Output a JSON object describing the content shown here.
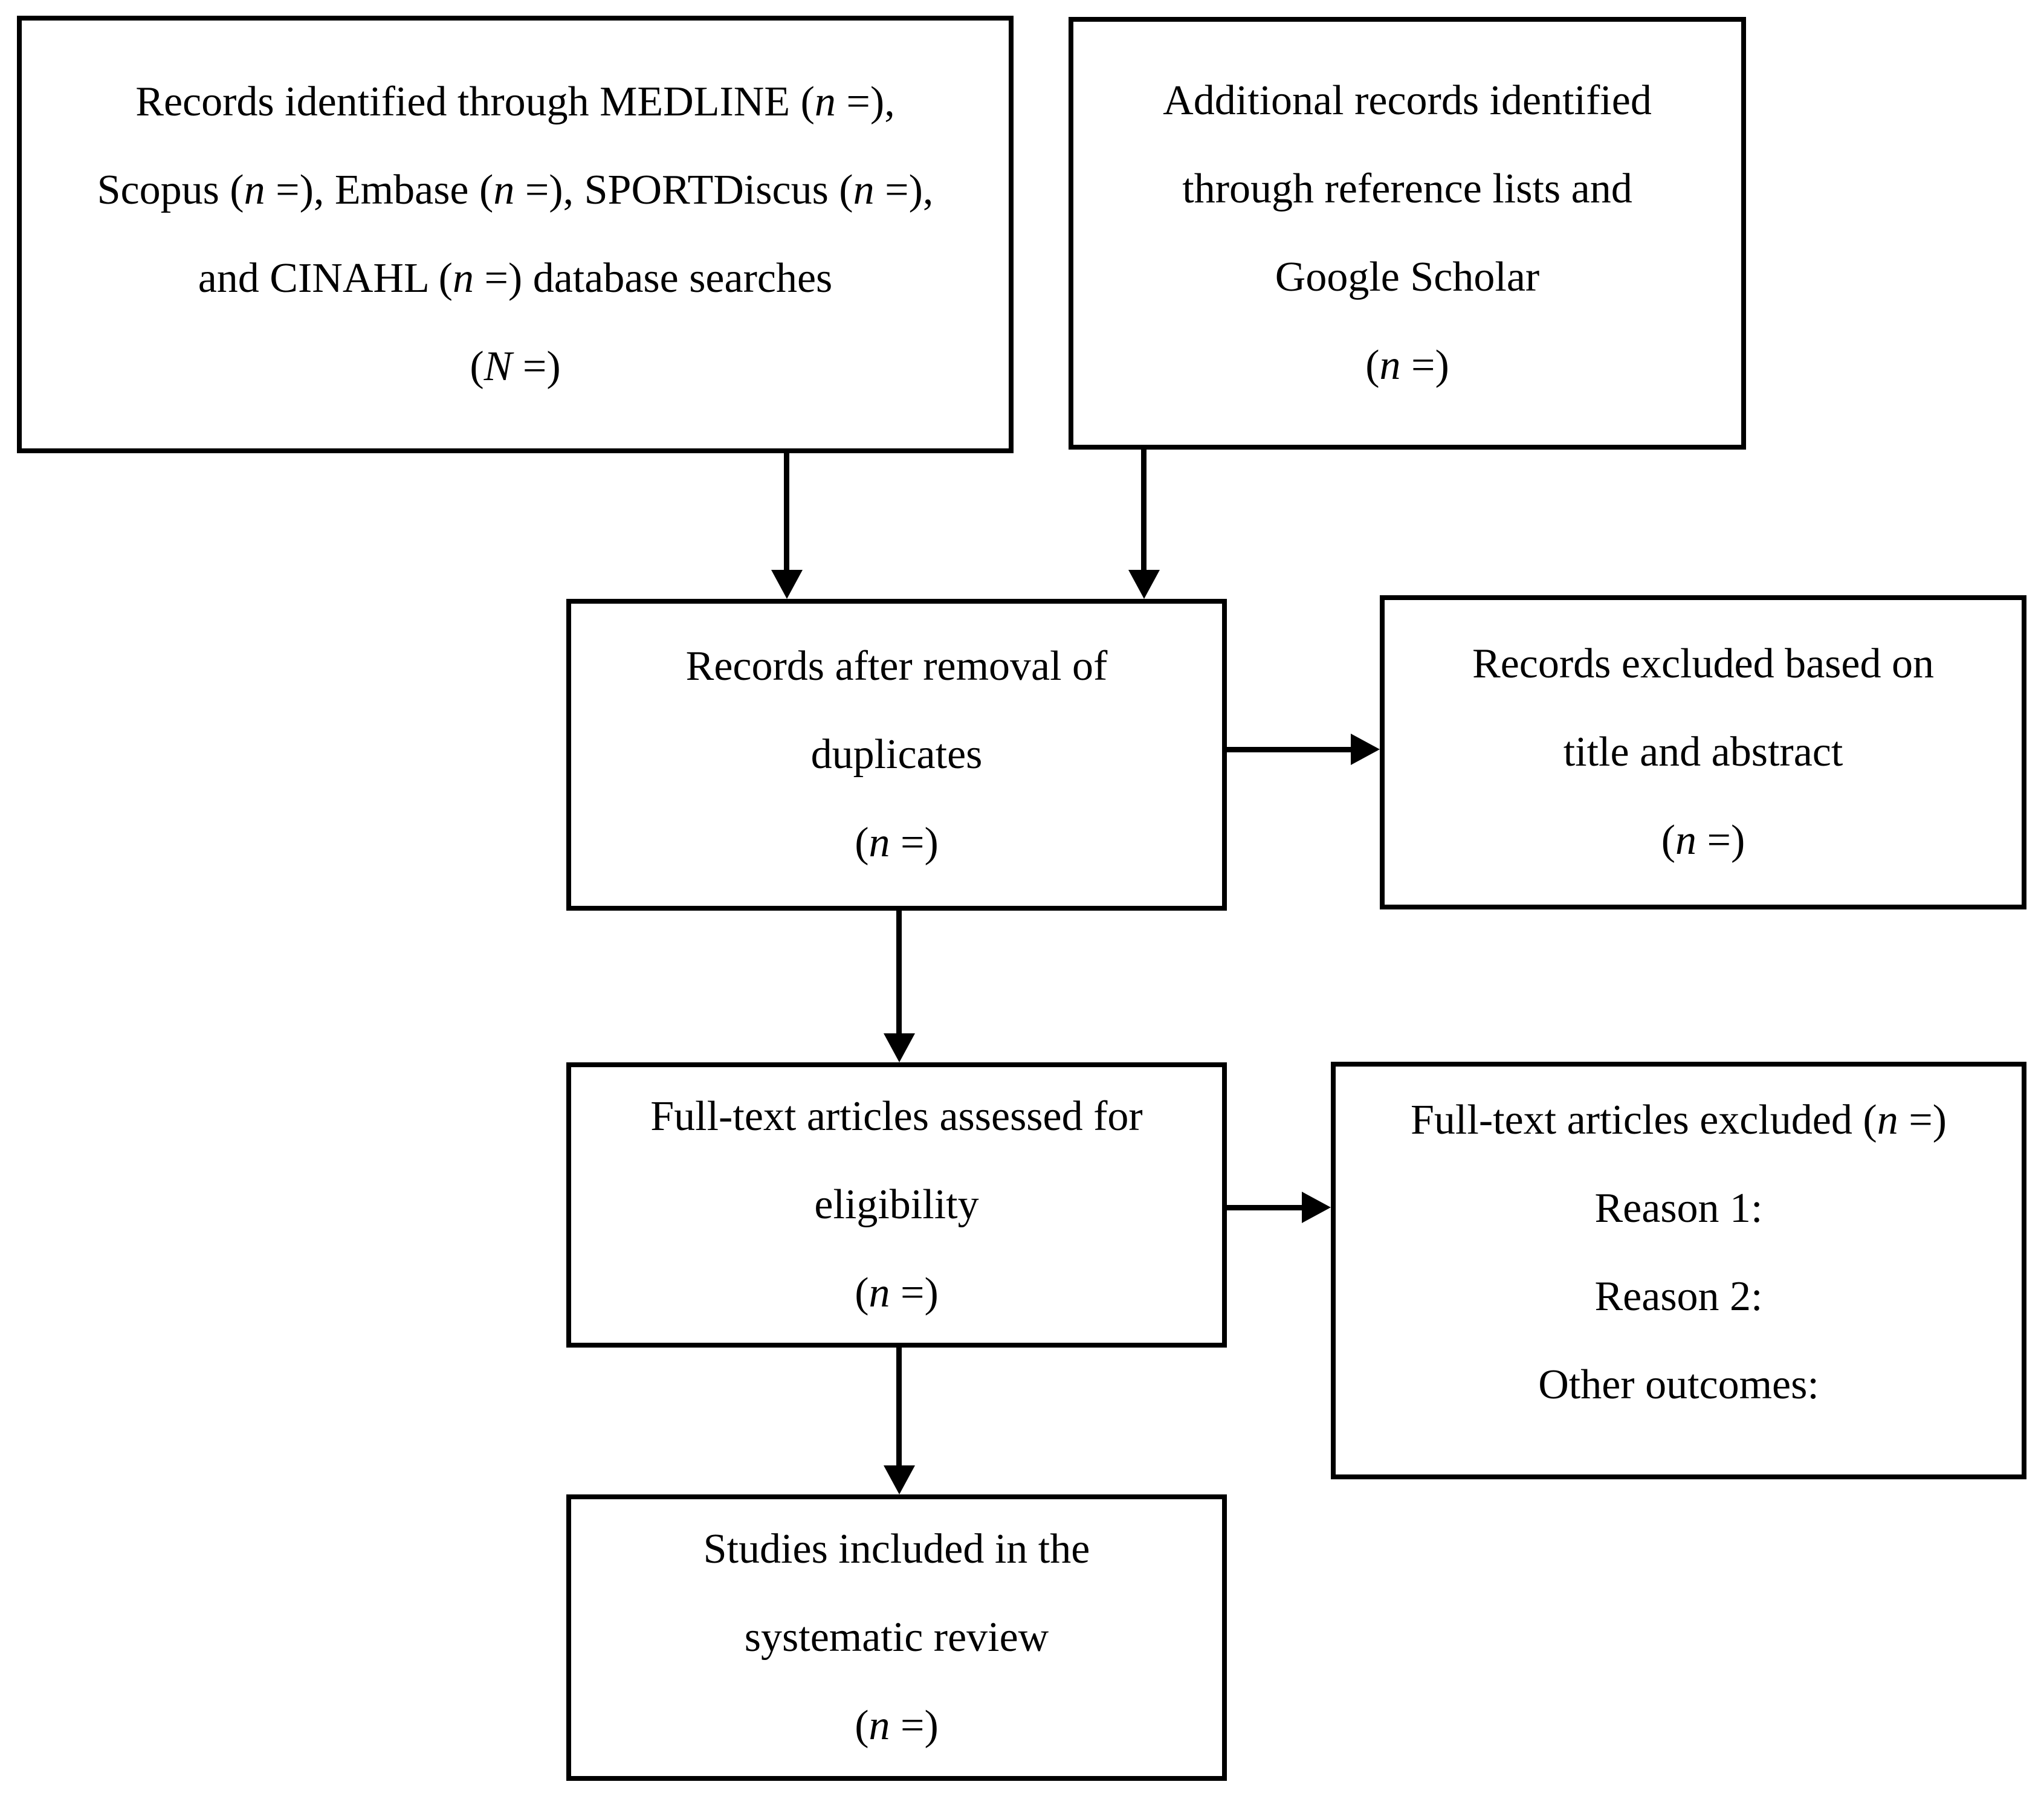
{
  "figure": {
    "kind": "systematic-review-flow-diagram",
    "colors": {
      "ink": "#000000",
      "paper": "#ffffff"
    }
  },
  "boxes": {
    "records_identified": {
      "lines": [
        [
          {
            "t": "Records identified through MEDLINE ("
          },
          {
            "t": "n",
            "i": true
          },
          {
            "t": " =),"
          }
        ],
        [
          {
            "t": "Scopus ("
          },
          {
            "t": "n",
            "i": true
          },
          {
            "t": " =), Embase ("
          },
          {
            "t": "n",
            "i": true
          },
          {
            "t": " =), SPORTDiscus ("
          },
          {
            "t": "n",
            "i": true
          },
          {
            "t": " =),"
          }
        ],
        [
          {
            "t": "and CINAHL ("
          },
          {
            "t": "n",
            "i": true
          },
          {
            "t": " =) database searches"
          }
        ],
        [
          {
            "t": "("
          },
          {
            "t": "N",
            "i": true
          },
          {
            "t": " =)"
          }
        ]
      ]
    },
    "additional_records": {
      "lines": [
        [
          {
            "t": "Additional records identified"
          }
        ],
        [
          {
            "t": "through reference lists and"
          }
        ],
        [
          {
            "t": "Google Scholar"
          }
        ],
        [
          {
            "t": "("
          },
          {
            "t": "n",
            "i": true
          },
          {
            "t": " =)"
          }
        ]
      ]
    },
    "records_after_duplicates": {
      "lines": [
        [
          {
            "t": "Records after removal of"
          }
        ],
        [
          {
            "t": "duplicates"
          }
        ],
        [
          {
            "t": "("
          },
          {
            "t": "n",
            "i": true
          },
          {
            "t": " =)"
          }
        ]
      ]
    },
    "records_excluded": {
      "lines": [
        [
          {
            "t": "Records excluded based on"
          }
        ],
        [
          {
            "t": "title and abstract"
          }
        ],
        [
          {
            "t": "("
          },
          {
            "t": "n",
            "i": true
          },
          {
            "t": " =)"
          }
        ]
      ]
    },
    "fulltext_assessed": {
      "lines": [
        [
          {
            "t": "Full-text articles assessed for"
          }
        ],
        [
          {
            "t": "eligibility"
          }
        ],
        [
          {
            "t": "("
          },
          {
            "t": "n",
            "i": true
          },
          {
            "t": " =)"
          }
        ]
      ]
    },
    "fulltext_excluded": {
      "lines": [
        [
          {
            "t": "Full-text articles excluded ("
          },
          {
            "t": "n",
            "i": true
          },
          {
            "t": " =)"
          }
        ],
        [
          {
            "t": "Reason 1:"
          }
        ],
        [
          {
            "t": "Reason 2:"
          }
        ],
        [
          {
            "t": "Other outcomes:"
          }
        ]
      ]
    },
    "studies_included": {
      "lines": [
        [
          {
            "t": "Studies included in the"
          }
        ],
        [
          {
            "t": "systematic review"
          }
        ],
        [
          {
            "t": "("
          },
          {
            "t": "n",
            "i": true
          },
          {
            "t": " =)"
          }
        ]
      ]
    }
  },
  "arrows": [
    {
      "from": "records_identified",
      "to": "records_after_duplicates",
      "direction": "down"
    },
    {
      "from": "additional_records",
      "to": "records_after_duplicates",
      "direction": "down"
    },
    {
      "from": "records_after_duplicates",
      "to": "records_excluded",
      "direction": "right"
    },
    {
      "from": "records_after_duplicates",
      "to": "fulltext_assessed",
      "direction": "down"
    },
    {
      "from": "fulltext_assessed",
      "to": "fulltext_excluded",
      "direction": "right"
    },
    {
      "from": "fulltext_assessed",
      "to": "studies_included",
      "direction": "down"
    }
  ]
}
